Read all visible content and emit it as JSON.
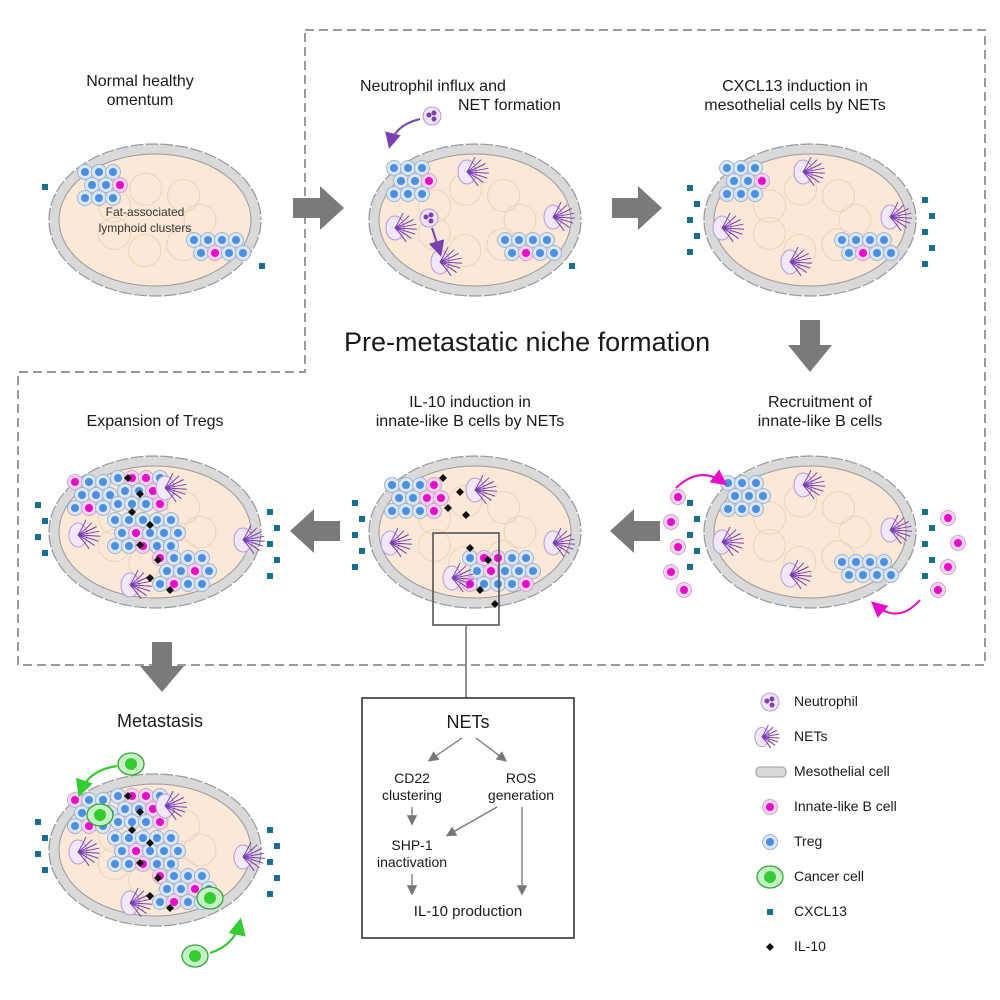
{
  "titles": {
    "normal": "Normal healthy omentum",
    "influx_1": "Neutrophil influx and",
    "influx_2": "NET formation",
    "cxcl13_1": "CXCL13 induction in",
    "cxcl13_2": "mesothelial cells by NETs",
    "niche": "Pre-metastatic niche formation",
    "recruit_1": "Recruitment of",
    "recruit_2": "innate-like B cells",
    "il10_1": "IL-10 induction in",
    "il10_2": "innate-like B cells by NETs",
    "tregs": "Expansion of Tregs",
    "metastasis": "Metastasis"
  },
  "annotations": {
    "fat_1": "Fat-associated",
    "fat_2": "lymphoid clusters"
  },
  "mechanism": {
    "title": "NETs",
    "cd22_1": "CD22",
    "cd22_2": "clustering",
    "ros_1": "ROS",
    "ros_2": "generation",
    "shp_1": "SHP-1",
    "shp_2": "inactivation",
    "result": "IL-10 production"
  },
  "legend": [
    {
      "label": "Neutrophil",
      "icon": "neutrophil-icon"
    },
    {
      "label": "NETs",
      "icon": "nets-icon"
    },
    {
      "label": "Mesothelial cell",
      "icon": "mesothelial-cell-icon"
    },
    {
      "label": "Innate-like B cell",
      "icon": "b-cell-icon"
    },
    {
      "label": "Treg",
      "icon": "treg-icon"
    },
    {
      "label": "Cancer cell",
      "icon": "cancer-cell-icon"
    },
    {
      "label": "CXCL13",
      "icon": "cxcl13-icon"
    },
    {
      "label": "IL-10",
      "icon": "il10-icon"
    }
  ],
  "colors": {
    "fat": "#fce8d6",
    "mesothelial": "#d9d9d9",
    "mesothelial_stroke": "#9a9a9a",
    "b_cell": "#e60cc8",
    "treg": "#4a8fe0",
    "cell_bg": "#dde6f5",
    "neutrophil": "#7a3fb0",
    "cancer": "#33cc33",
    "cxcl13": "#1a6f8f",
    "il10": "#111111",
    "arrow": "#7a7a7a",
    "dashed": "#9a9a9a"
  }
}
